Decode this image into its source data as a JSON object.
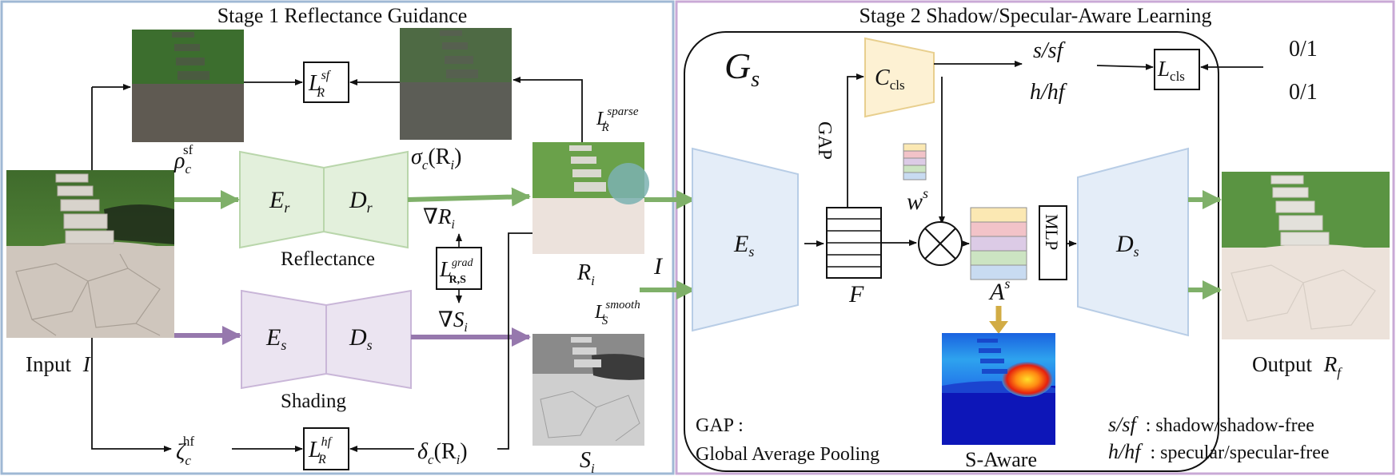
{
  "stage1": {
    "title": "Stage 1 Reflectance Guidance",
    "input_label": "Input",
    "input_var": "I",
    "rho": "ρ",
    "rho_sub": "c",
    "rho_sup": "sf",
    "sigma": "σ",
    "sigma_sub": "c",
    "sigma_arg": "(R",
    "sigma_arg_sub": "i",
    "sigma_close": ")",
    "zeta": "ζ",
    "zeta_sub": "c",
    "zeta_sup": "hf",
    "delta": "δ",
    "delta_sub": "c",
    "delta_arg": "(R",
    "delta_arg_sub": "i",
    "delta_close": ")",
    "loss_sf_main": "L",
    "loss_sf_sub": "R",
    "loss_sf_sup": "sf",
    "loss_hf_main": "L",
    "loss_hf_sub": "R",
    "loss_hf_sup": "hf",
    "loss_grad_main": "L",
    "loss_grad_sub": "R,S",
    "loss_grad_sup": "grad",
    "loss_sparse_main": "L",
    "loss_sparse_sub": "R",
    "loss_sparse_sup": "sparse",
    "loss_smooth_main": "L",
    "loss_smooth_sub": "S",
    "loss_smooth_sup": "smooth",
    "grad_r": "∇R",
    "grad_r_sub": "i",
    "grad_s": "∇S",
    "grad_s_sub": "i",
    "er": "E",
    "er_sub": "r",
    "dr": "D",
    "dr_sub": "r",
    "es": "E",
    "es_sub": "s",
    "ds": "D",
    "ds_sub": "s",
    "reflectance_label": "Reflectance",
    "shading_label": "Shading",
    "ri": "R",
    "ri_sub": "i",
    "si": "S",
    "si_sub": "i"
  },
  "stage2": {
    "title": "Stage 2 Shadow/Specular-Aware Learning",
    "gs": "G",
    "gs_sub": "s",
    "ccls": "C",
    "ccls_sub": "cls",
    "gap_vertical": "GAP",
    "ws": "w",
    "ws_sup": "s",
    "f_label": "F",
    "as": "A",
    "as_sup": "s",
    "mlp": "MLP",
    "es": "E",
    "es_sub": "s",
    "ds": "D",
    "ds_sub": "s",
    "i_label": "I",
    "s_sf": "s/sf",
    "h_hf": "h/hf",
    "lcls_main": "L",
    "lcls_sub": "cls",
    "gt1": "0/1",
    "gt2": "0/1",
    "saware_label": "S-Aware",
    "output_label": "Output",
    "output_var": "R",
    "output_sub": "f",
    "gap_title": "GAP :",
    "gap_def": "Global Average Pooling",
    "legend_s_key": "s/sf",
    "legend_s_val": ": shadow/shadow-free",
    "legend_h_key": "h/hf",
    "legend_h_val": ": specular/specular-free"
  },
  "colors": {
    "green_arrow": "#7fb069",
    "purple_arrow": "#9678ad",
    "encoder_green": "#e3f0dc",
    "encoder_purple": "#ebe4f1",
    "encoder_blue": "#e4edf8",
    "ccls_fill": "#fdf1d3",
    "stage1_border": "#9fb8d4",
    "stage2_border": "#c9a9d6",
    "gold_arrow": "#d2ac45"
  }
}
